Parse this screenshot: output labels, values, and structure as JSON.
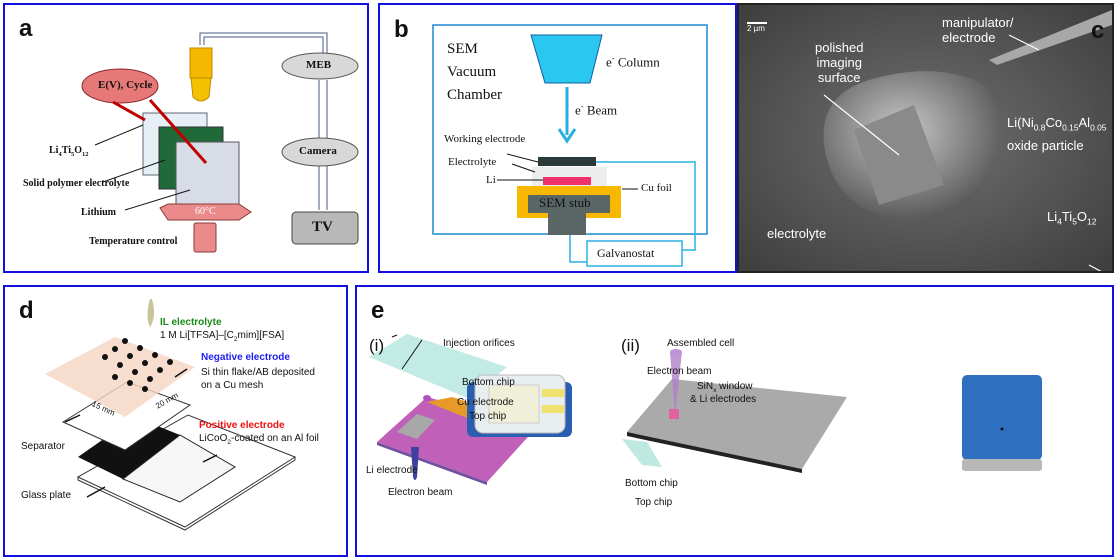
{
  "panels": {
    "a": {
      "label": "a",
      "cycle": "E(V), Cycle",
      "meb": "MEB",
      "camera": "Camera",
      "tv": "TV",
      "lto": {
        "p1": "Li",
        "s1": "4",
        "p2": "Ti",
        "s2": "5",
        "p3": "O",
        "s3": "12"
      },
      "spe": "Solid polymer electrolyte",
      "lithium": "Lithium",
      "temp": "60°C",
      "temp_control": "Temperature control"
    },
    "b": {
      "label": "b",
      "chamber": [
        "SEM",
        "Vacuum",
        "Chamber"
      ],
      "column": {
        "e": "e",
        "sup": "-",
        "text": " Column"
      },
      "beam": {
        "e": "e",
        "sup": "-",
        "text": " Beam"
      },
      "working_electrode": "Working electrode",
      "electrolyte": "Electrolyte",
      "li": "Li",
      "cu_foil": "Cu foil",
      "stub": "SEM stub",
      "galvanostat": "Galvanostat"
    },
    "c": {
      "label": "c",
      "scale": "2 µm",
      "manipulator": [
        "manipulator/",
        "electrode"
      ],
      "polished": [
        "polished",
        "imaging",
        "surface"
      ],
      "particle": {
        "p1": "Li(Ni",
        "s1": "0.8",
        "p2": "Co",
        "s2": "0.15",
        "p3": "Al",
        "s3": "0.05",
        "line2": "oxide particle"
      },
      "electrolyte": "electrolyte",
      "lto": {
        "p1": "Li",
        "s1": "4",
        "p2": "Ti",
        "s2": "5",
        "p3": "O",
        "s3": "12"
      }
    },
    "d": {
      "label": "d",
      "il_title": "IL electrolyte",
      "il_text": {
        "p1": "1 M Li[TFSA]–[C",
        "s1": "2",
        "p2": "mim][FSA]"
      },
      "neg_title": "Negative electrode",
      "neg_text": [
        "Si thin flake/AB deposited",
        "on a Cu mesh"
      ],
      "dim1": "15 mm",
      "dim2": "20 mm",
      "separator": "Separator",
      "pos_title": "Positive electrode",
      "pos_text": {
        "p1": "LiCoO",
        "s1": "2",
        "p2": "-coated on an Al foil"
      },
      "glass": "Glass plate",
      "colors": {
        "il": "#1a8a1a",
        "neg": "#2020ee",
        "pos": "#ee1010"
      }
    },
    "e": {
      "label": "e",
      "i": "(i)",
      "ii": "(ii)",
      "injection": "Injection orifices",
      "bottom_chip": "Bottom chip",
      "cu_electrode": "Cu electrode",
      "top_chip": "Top chip",
      "li_electrode": "Li electrode",
      "electron_beam": "Electron beam",
      "assembled": "Assembled cell",
      "electron_beam2": "Electron beam",
      "sinx": {
        "p1": "SiN",
        "s1": "x",
        "p2": " window"
      },
      "li_electrodes": "& Li electrodes",
      "bottom_chip2": "Bottom chip",
      "top_chip2": "Top chip"
    }
  }
}
